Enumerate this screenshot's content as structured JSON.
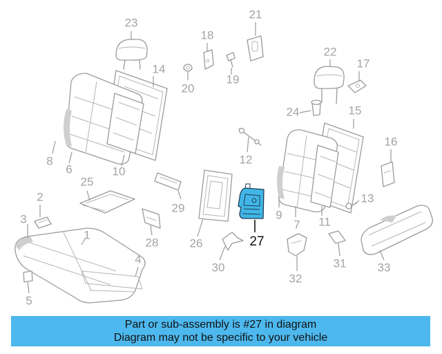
{
  "callouts": {
    "c1": "1",
    "c2": "2",
    "c3": "3",
    "c4": "4",
    "c5": "5",
    "c6": "6",
    "c7": "7",
    "c8": "8",
    "c9": "9",
    "c10": "10",
    "c11": "11",
    "c12": "12",
    "c13": "13",
    "c14": "14",
    "c15": "15",
    "c16": "16",
    "c17": "17",
    "c18": "18",
    "c19": "19",
    "c20": "20",
    "c21": "21",
    "c22": "22",
    "c23": "23",
    "c24": "24",
    "c25": "25",
    "c26": "26",
    "c27": "27",
    "c28": "28",
    "c29": "29",
    "c30": "30",
    "c31": "31",
    "c32": "32",
    "c33": "33"
  },
  "highlight": {
    "part": "27",
    "color": "#41b6e6"
  },
  "banner": {
    "line1": "Part or sub-assembly is #27 in diagram",
    "line2": "Diagram may not be specific to your vehicle",
    "color": "#4db8ee"
  }
}
